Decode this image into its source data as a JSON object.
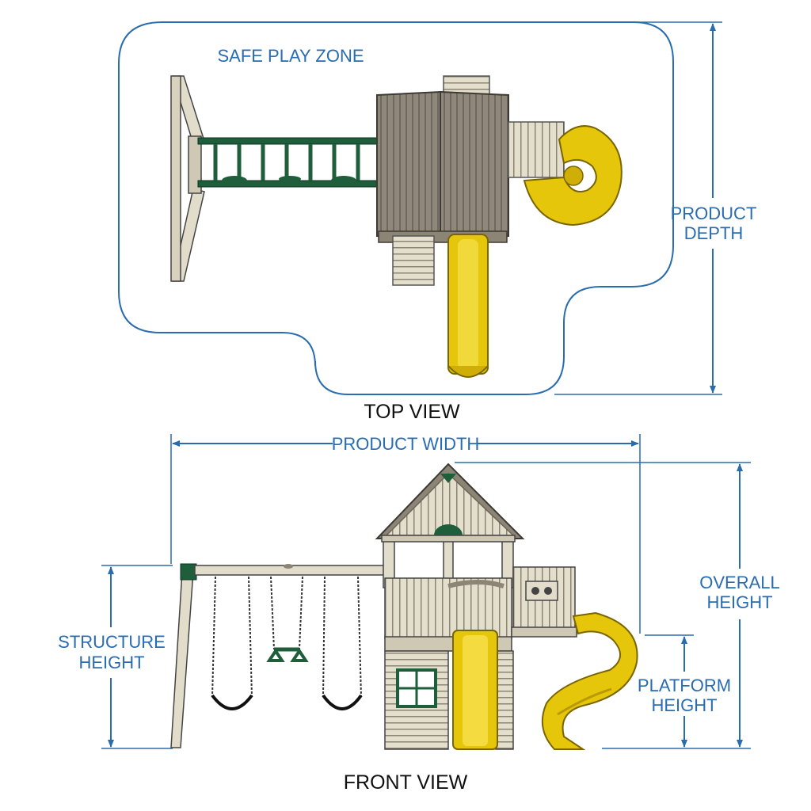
{
  "top_view": {
    "zone_label": "SAFE PLAY ZONE",
    "view_title": "TOP VIEW",
    "depth_label": [
      "PRODUCT",
      "DEPTH"
    ]
  },
  "front_view": {
    "view_title": "FRONT VIEW",
    "width_label": "PRODUCT WIDTH",
    "overall_height_label": [
      "OVERALL",
      "HEIGHT"
    ],
    "structure_height_label": [
      "STRUCTURE",
      "HEIGHT"
    ],
    "platform_height_label": [
      "PLATFORM",
      "HEIGHT"
    ]
  },
  "colors": {
    "dimension_blue": "#2a6cb0",
    "wood_tan": "#e2dccb",
    "roof_brown": "#8c8474",
    "accent_green": "#1f5e3a",
    "slide_yellow": "#e6c60a"
  }
}
